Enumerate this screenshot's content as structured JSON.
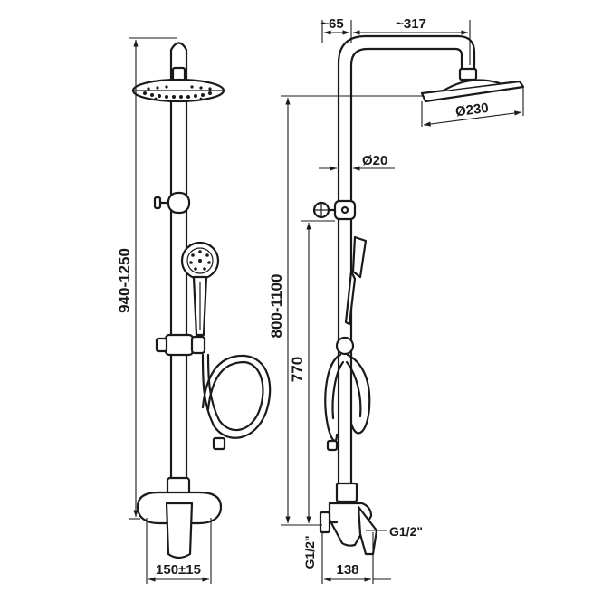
{
  "dimensions": {
    "front_height": "940-1250",
    "front_width": "150±15",
    "arm_offset": "~65",
    "arm_length": "~317",
    "head_diameter": "Ø230",
    "pipe_diameter": "Ø20",
    "side_height": "800-1100",
    "bracket_height": "770",
    "inlet_thread_left": "G1/2\"",
    "inlet_thread_right": "G1/2\"",
    "depth": "138"
  }
}
